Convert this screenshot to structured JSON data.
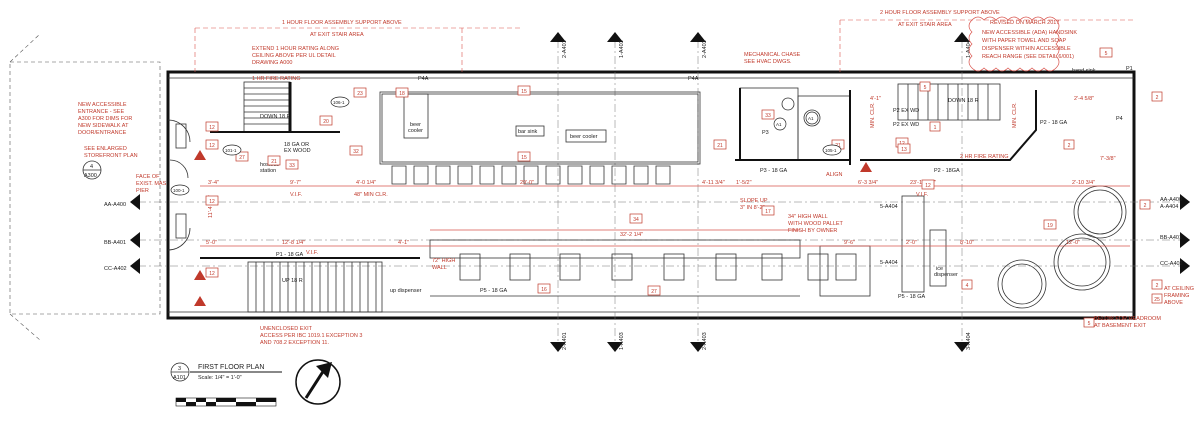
{
  "title_block": {
    "view_number": "3",
    "sheet_ref": "A101",
    "title": "FIRST FLOOR PLAN",
    "scale": "Scale: 1/4\" = 1'-0\""
  },
  "top_notes": {
    "hr1_support": "1 HOUR FLOOR ASSEMBLY SUPPORT ABOVE",
    "hr1_stair": "AT EXIT STAIR AREA",
    "hr2_support": "2 HOUR FLOOR ASSEMBLY SUPPORT ABOVE",
    "hr2_stair": "AT EXIT STAIR AREA",
    "extend_rating": [
      "EXTEND 1 HOUR RATING ALONG",
      "CEILING ABOVE PER UL DETAIL",
      "DRAWING A000"
    ],
    "revised": [
      "REVISED ON MARCH 2017",
      "NEW ACCESSIBLE (ADA) HANDSINK",
      "WITH PAPER TOWEL AND SOAP",
      "DISPENSER WITHIN ACCESSIBLE",
      "REACH RANGE (SEE DETAIL 6/001)"
    ],
    "mech_chase": [
      "MECHANICAL CHASE",
      "SEE HVAC DWGS."
    ],
    "hand_sink": "hand sink"
  },
  "left_notes": {
    "entrance": [
      "NEW ACCESSIBLE",
      "ENTRANCE - SEE",
      "A300 FOR DIMS FOR",
      "NEW SIDEWALK AT",
      "DOOR/ENTRANCE"
    ],
    "storefront": [
      "SEE ENLARGED",
      "STOREFRONT PLAN"
    ],
    "storefront_tag_num": "4",
    "storefront_tag_sheet": "A300",
    "face_of_wall": [
      "FACE OF",
      "EXIST. MAS",
      "PIER"
    ]
  },
  "bottom_notes": {
    "unenclosed": [
      "UNENCLOSED EXIT",
      "ACCESS PER IBC 1019.1 EXCEPTION 3",
      "AND 708.2 EXCEPTION 11."
    ],
    "ceiling_framing": [
      "AT CEILING",
      "FRAMING",
      "ABOVE"
    ],
    "headroom": [
      "BELOW FOR HEADROOM",
      "AT BASEMENT EXIT"
    ]
  },
  "room_labels": {
    "hostess": [
      "hostess",
      "station"
    ],
    "beer_cooler": [
      "beer",
      "cooler"
    ],
    "bar_sink": "bar sink",
    "beer_cooler2": "beer cooler",
    "wall_34": [
      "34\" HIGH WALL",
      "WITH WOOD PALLET",
      "FINISH BY OWNER"
    ],
    "high_wall_72": [
      "72\" HIGH",
      "WALL"
    ],
    "slope": [
      "SLOPE UP",
      "3\" IN 8'-2\""
    ],
    "align": "ALIGN",
    "up_stair": "UP 18 R",
    "down_stair": "DOWN 18 R",
    "down_stair2": "DOWN 18 R",
    "hr_rating_1": "1 HR FIRE RATING",
    "hr_rating_2": "2 HR FIRE RATING",
    "min_clr_1": "MIN. CLR.",
    "min_clr_2": "MIN. CLR.",
    "min_clr_48": "48\" MIN CLR.",
    "vif_1": "V.I.F.",
    "vif_2": "V.I.F.",
    "vif_3": "V.I.F.",
    "ex_1": "P2 EX WD",
    "ex_2": "P2 EX WD",
    "p2_18": "P2 - 18 GA",
    "p2_18b": "P2 - 18GA",
    "p3_18": "P3 - 18 GA",
    "p1_18": "P1 - 18 GA",
    "p5_18": "P5 - 18 GA",
    "p5_18b": "P5 - 18 GA",
    "p4a": "P4A",
    "p4a2": "P4A",
    "ga18": [
      "18 GA OR",
      "EX WOOD"
    ],
    "up_dispenser": "up dispenser",
    "ice_dispenser": [
      "ice",
      "dispenser"
    ]
  },
  "dimensions": {
    "d1": "9'-7\"",
    "d2": "4'-0 1/4\"",
    "d3": "29'-0\"",
    "d4": "4'-11 3/4\"",
    "d5": "1'-5/2\"",
    "d6": "6'-3 3/4\"",
    "d7": "23'-10 1/4\"",
    "d8": "2'-10 3/4\"",
    "d9": "11'-4 1/4\"",
    "d10": "3'-4\"",
    "d11": "5'-0\"",
    "d12": "12'-8 1/4\"",
    "d13": "4'-1\"",
    "d14": "32'-2 1/4\"",
    "d15": "9'-6\"",
    "d16": "2'-0\"",
    "d17": "8'-10\"",
    "d18": "12'-0\"",
    "d19": "2'-4 5/8\"",
    "d20": "4'-1\"",
    "d21": "7'-3/8\""
  },
  "grid_labels": {
    "aa_left": "AA-A400",
    "bb_left": "BB-A401",
    "cc_left": "CC-A402",
    "aa_right": "AA-A400",
    "aa_right2": "A-A404",
    "bb_right": "BB-A401",
    "cc_right": "CC-A402",
    "top1": "2-A401",
    "top2": "1-A403",
    "top3": "2-A403",
    "top4": "1-A404",
    "bot1": "2-A401",
    "bot2": "1-A403",
    "bot3": "2-A403",
    "bot4": "3-A404",
    "sec1": "5-A404",
    "sec2": "5-A404"
  },
  "tags": {
    "n1": "12",
    "n2": "12",
    "n3": "12",
    "n4": "12",
    "n5": "12",
    "n6": "12",
    "n7": "15",
    "n8": "15",
    "n9": "16",
    "n10": "17",
    "n11": "18",
    "n12": "19",
    "n13": "20",
    "n14": "21",
    "n15": "21",
    "n16": "21",
    "n17": "23",
    "n18": "27",
    "n19": "27",
    "n20": "32",
    "n21": "33",
    "n22": "33",
    "n23": "34",
    "n24": "2",
    "n25": "2",
    "n26": "2",
    "n27": "5",
    "n28": "13",
    "n29": "1",
    "n30": "4",
    "n31": "25",
    "n32": "5",
    "n33": "2",
    "n34": "100-1",
    "n35": "101-1",
    "n36": "105-1",
    "n37": "106-1",
    "n38": "A1",
    "n39": "A1",
    "n40": "5",
    "n41": "P4",
    "n42": "P3",
    "n43": "P1"
  },
  "colors": {
    "linework": "#111111",
    "annotation": "#c0392b",
    "thin": "#333333"
  }
}
